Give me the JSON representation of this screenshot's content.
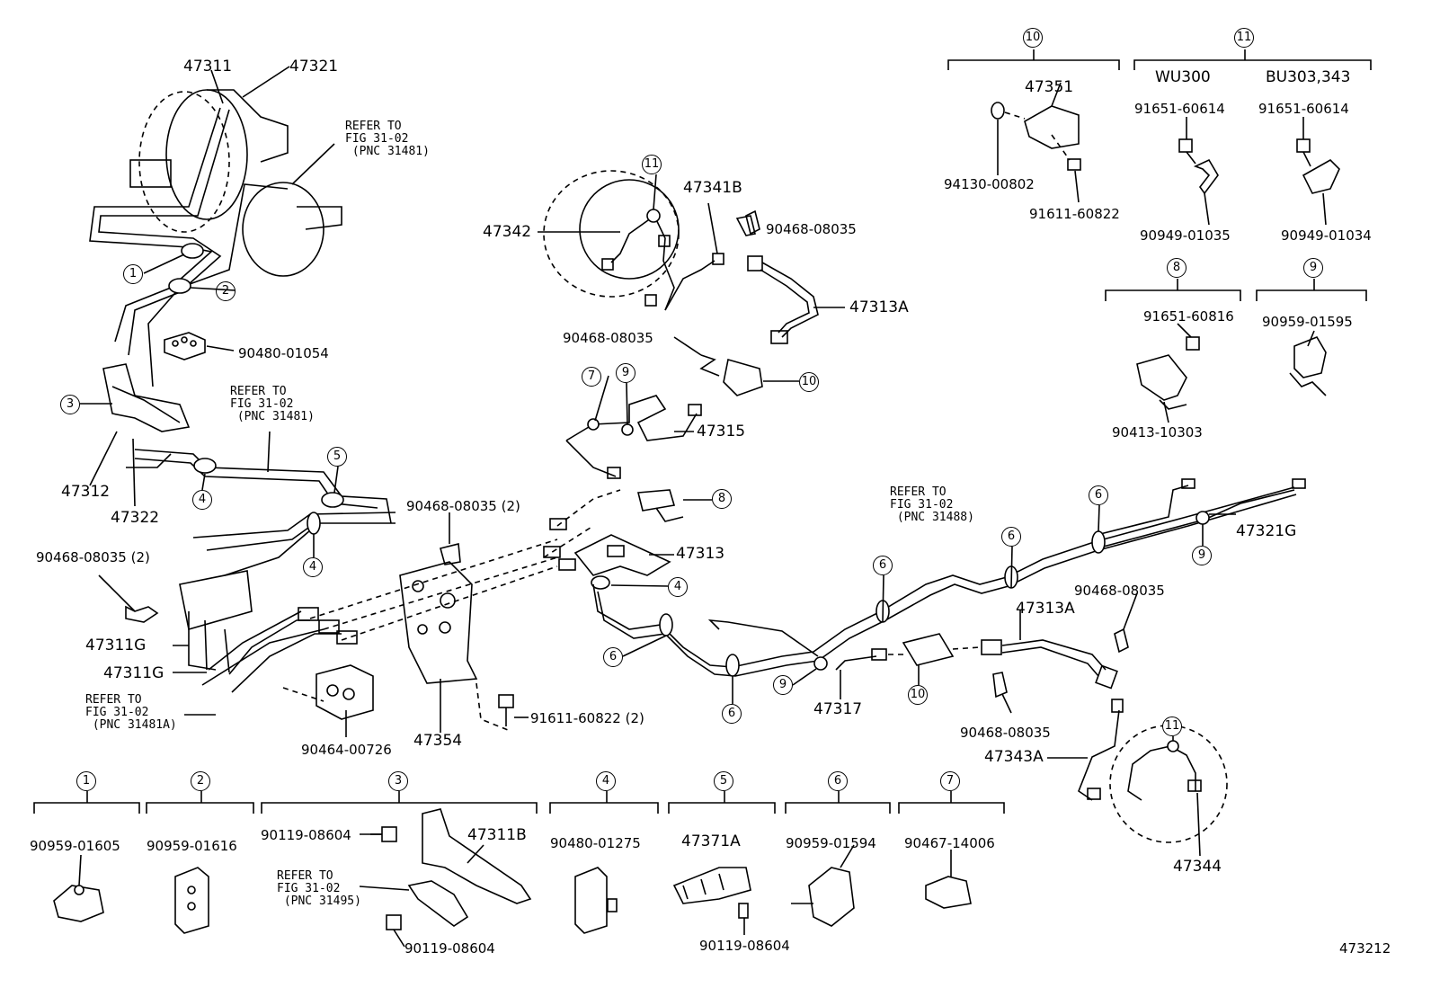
{
  "figure_id": "473212",
  "callouts": {
    "c1": "1",
    "c2": "2",
    "c3": "3",
    "c4": "4",
    "c5": "5",
    "c6": "6",
    "c7": "7",
    "c8": "8",
    "c9": "9",
    "c10": "10",
    "c11": "11"
  },
  "parts": {
    "p47311": "47311",
    "p47321": "47321",
    "p90480_01054": "90480-01054",
    "p47312": "47312",
    "p47322": "47322",
    "p90468_08035_2a": "90468-08035 (2)",
    "p90468_08035_2b": "90468-08035 (2)",
    "p47311G_a": "47311G",
    "p47311G_b": "47311G",
    "p90464_00726": "90464-00726",
    "p47354": "47354",
    "p91611_60822_2": "91611-60822 (2)",
    "p47313": "47313",
    "p47342": "47342",
    "p47341B": "47341B",
    "p90468_08035_top": "90468-08035",
    "p47313A_top": "47313A",
    "p90468_08035_mid": "90468-08035",
    "p47315": "47315",
    "p47317": "47317",
    "p47313A_right": "47313A",
    "p90468_08035_right": "90468-08035",
    "p90468_08035_low": "90468-08035",
    "p47321G": "47321G",
    "p47343A": "47343A",
    "p47344": "47344",
    "p47351": "47351",
    "p94130_00802": "94130-00802",
    "p91611_60822": "91611-60822",
    "wu300": "WU300",
    "bu303": "BU303,343",
    "p91651_60614_a": "91651-60614",
    "p91651_60614_b": "91651-60614",
    "p90949_01035": "90949-01035",
    "p90949_01034": "90949-01034",
    "p91651_60816": "91651-60816",
    "p90413_10303": "90413-10303",
    "p90959_01595": "90959-01595",
    "k1": "90959-01605",
    "k2": "90959-01616",
    "k3a": "90119-08604",
    "k3b": "47311B",
    "k3c": "90119-08604",
    "k4": "90480-01275",
    "k5a": "47371A",
    "k5b": "90119-08604",
    "k6": "90959-01594",
    "k7": "90467-14006"
  },
  "refs": {
    "r1": "REFER TO\nFIG 31-02\n (PNC 31481)",
    "r2": "REFER TO\nFIG 31-02\n (PNC 31481)",
    "r3": "REFER TO\nFIG 31-02\n (PNC 31481A)",
    "r4": "REFER TO\nFIG 31-02\n (PNC 31488)",
    "r5": "REFER TO\nFIG 31-02\n (PNC 31495)"
  }
}
